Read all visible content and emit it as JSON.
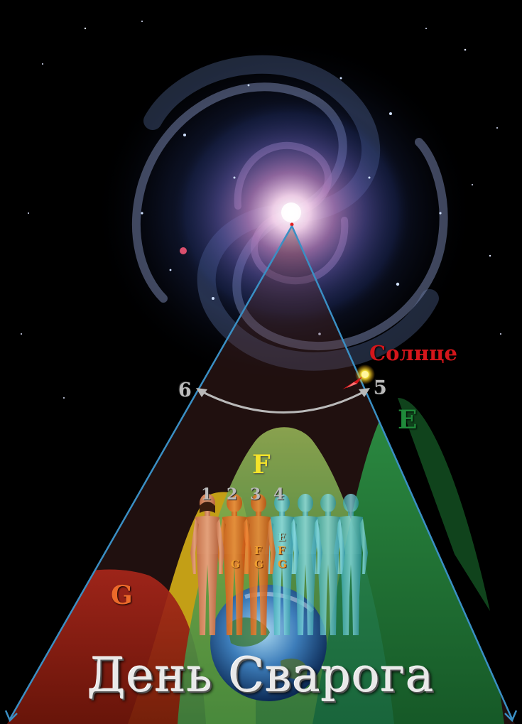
{
  "title": "День Сварога",
  "labels": {
    "sun": "Солнце",
    "point_5": "5",
    "point_6": "6",
    "zone_e": "E",
    "zone_f": "F",
    "zone_g": "G"
  },
  "figures": {
    "numbers": [
      "1",
      "2",
      "3",
      "4"
    ],
    "figure2_letters": [
      "G"
    ],
    "figure3_letters": [
      "F",
      "G"
    ],
    "figure4_letters": [
      "E",
      "F",
      "G"
    ]
  },
  "colors": {
    "background": "#000000",
    "zone_g": "#8a1d12",
    "zone_f": "#9dba2a",
    "zone_e": "#1d7a33",
    "zone_yellow": "#e0b818",
    "triangle_line": "#3a8fc4",
    "sun_label": "#d4161b",
    "arc": "#b9b9b9"
  },
  "icons": [
    "galaxy",
    "sun-icon",
    "earth-globe",
    "human-figure",
    "arrow-arc"
  ]
}
